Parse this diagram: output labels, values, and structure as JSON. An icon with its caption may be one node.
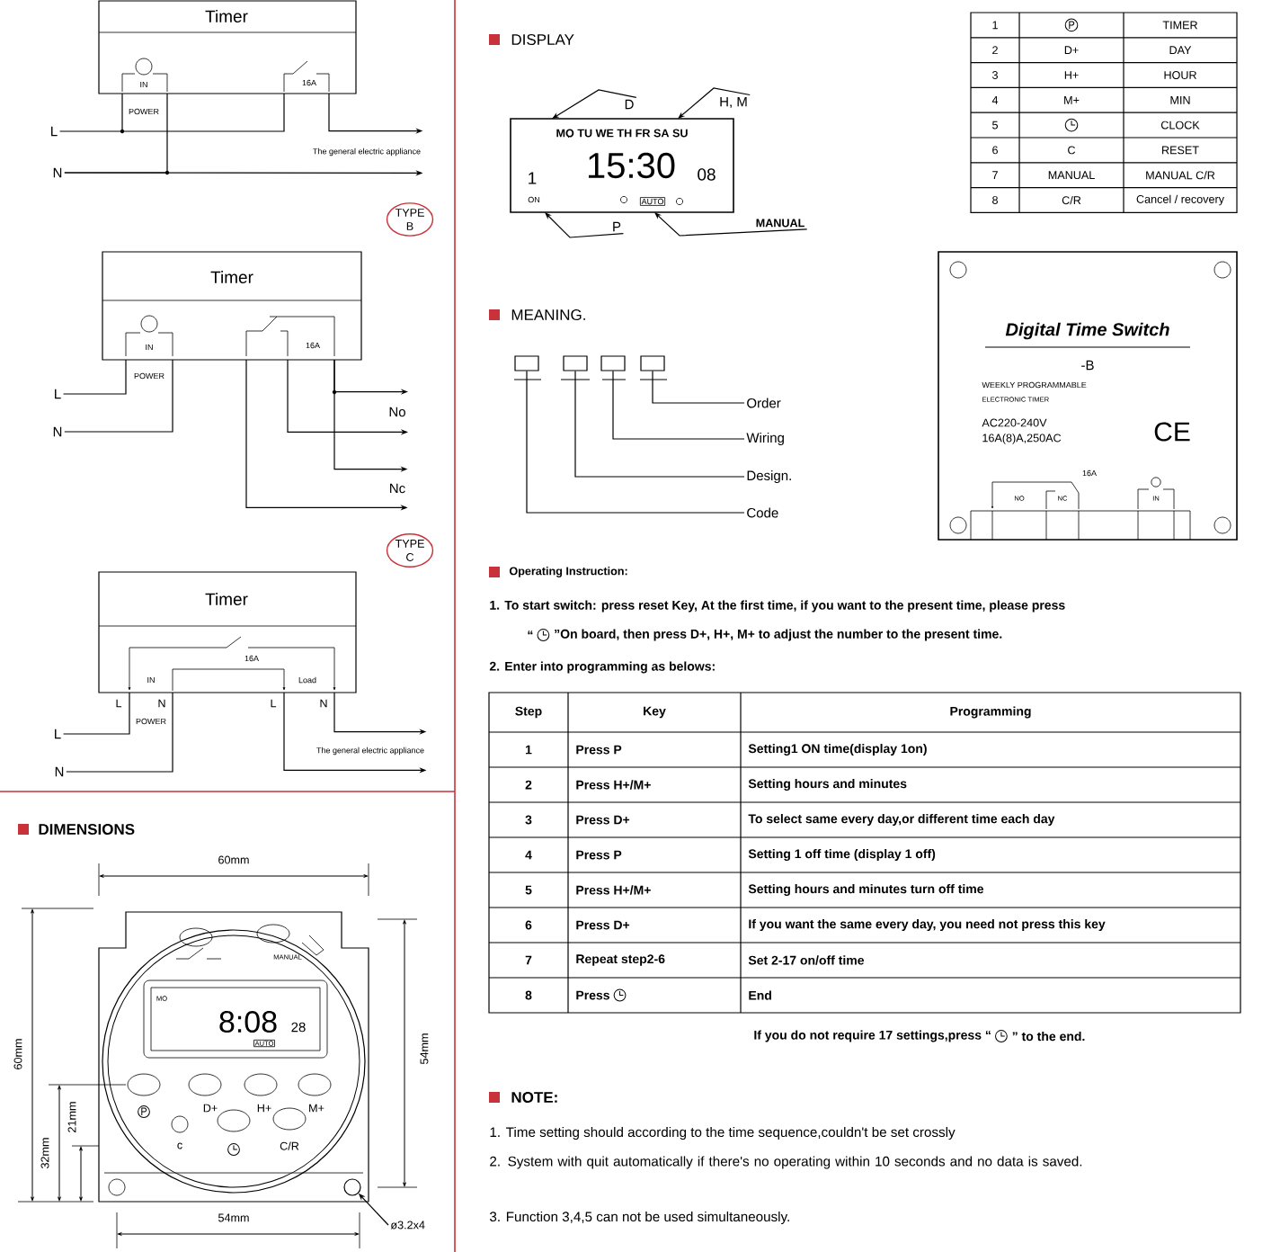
{
  "diagram": {
    "nodes": [
      {
        "text": [
          "Timer",
          "IN",
          "16A"
        ]
      },
      {
        "text": [
          "L"
        ]
      },
      {
        "text": [
          "N"
        ]
      },
      {
        "text": [
          "The general electric appliance"
        ]
      },
      {
        "text": [
          "TYPE B"
        ]
      },
      {
        "text": [
          "Timer",
          "IN",
          "16A"
        ]
      },
      {
        "text": [
          "L"
        ]
      },
      {
        "text": [
          "N"
        ]
      },
      {
        "text": [
          "No"
        ]
      },
      {
        "text": [
          "Nc"
        ]
      },
      {
        "text": [
          "TYPE C"
        ]
      },
      {
        "text": [
          "Timer",
          "16A",
          "IN",
          "Load"
        ]
      },
      {
        "text": [
          "L"
        ]
      },
      {
        "text": [
          "N"
        ]
      },
      {
        "text": [
          "The general electric appliance"
        ]
      },
      {
        "text": [
          "MO TU WE TH FR SA SU",
          "1",
          "15:30",
          "08",
          "ON",
          "AUTO"
        ]
      },
      {
        "text": [
          "D"
        ]
      },
      {
        "text": [
          "H, M"
        ]
      },
      {
        "text": [
          "P"
        ]
      },
      {
        "text": [
          "MANUAL"
        ]
      },
      {
        "text": [],
        "shape": "box"
      },
      {
        "text": [],
        "shape": "box"
      },
      {
        "text": [],
        "shape": "box"
      },
      {
        "text": [],
        "shape": "box"
      },
      {
        "text": [
          "Order"
        ]
      },
      {
        "text": [
          "Wiring"
        ]
      },
      {
        "text": [
          "Design."
        ]
      },
      {
        "text": [
          "Code"
        ]
      },
      {
        "text": [
          "ø3.2x4"
        ]
      },
      {
        "text": [],
        "shape": "circle"
      }
    ],
    "edges": [
      {
        "from": 1,
        "to": 0,
        "arrow": "none"
      },
      {
        "from": 2,
        "to": 0,
        "arrow": "none"
      },
      {
        "from": 0,
        "to": 3,
        "arrow": "to"
      },
      {
        "from": 2,
        "to": 3,
        "arrow": "to"
      },
      {
        "from": 6,
        "to": 5,
        "arrow": "none"
      },
      {
        "from": 7,
        "to": 5,
        "arrow": "none"
      },
      {
        "from": 5,
        "to": 8,
        "arrow": "to"
      },
      {
        "from": 5,
        "to": 9,
        "arrow": "to"
      },
      {
        "from": 5,
        "to": 8,
        "arrow": "to"
      },
      {
        "from": 5,
        "to": 9,
        "arrow": "to"
      },
      {
        "from": 12,
        "to": 11,
        "arrow": "none"
      },
      {
        "from": 13,
        "to": 11,
        "arrow": "none"
      },
      {
        "from": 11,
        "to": 14,
        "arrow": "to"
      },
      {
        "from": 11,
        "to": 14,
        "arrow": "to"
      },
      {
        "from": 16,
        "to": 15,
        "arrow": "to"
      },
      {
        "from": 17,
        "to": 15,
        "arrow": "to"
      },
      {
        "from": 18,
        "to": 15,
        "arrow": "to"
      },
      {
        "from": 19,
        "to": 15,
        "arrow": "to"
      },
      {
        "from": 23,
        "to": 24,
        "arrow": "none"
      },
      {
        "from": 22,
        "to": 25,
        "arrow": "none"
      },
      {
        "from": 21,
        "to": 26,
        "arrow": "none"
      },
      {
        "from": 20,
        "to": 27,
        "arrow": "none"
      },
      {
        "from": 28,
        "to": 29,
        "arrow": "to"
      }
    ],
    "labels": [
      "POWER",
      "POWER",
      "L",
      "N",
      "L",
      "N",
      "POWER",
      "DIMENSIONS",
      "60mm",
      "60mm",
      "MANUAL",
      "MO",
      "8:08",
      "28",
      "AUTO",
      "54mm",
      "D+",
      "H+",
      "M+",
      "32mm",
      "21mm",
      "c",
      "C/R",
      "54mm",
      "DISPLAY",
      "MEANING.",
      "1",
      "TIMER",
      "2",
      "D+",
      "DAY",
      "3",
      "H+",
      "HOUR",
      "4",
      "M+",
      "MIN",
      "5",
      "CLOCK",
      "6",
      "C",
      "RESET",
      "7",
      "MANUAL",
      "MANUAL C/R",
      "8",
      "C/R",
      "Cancel / recovery",
      "Digital Time Switch",
      "-B",
      "WEEKLY PROGRAMMABLE",
      "ELECTRONIC TIMER",
      "AC220-240V",
      "16A(8)A,250AC",
      "CE",
      "16A",
      "NO",
      "NC",
      "IN",
      "Operating Instruction:",
      "1. To start switch: press reset Key, At the first time, if you want to the present time, please press",
      "“",
      "”On board, then press D+, H+, M+ to adjust the number to the present time.",
      "2. Enter into programming as belows:",
      "Step",
      "Key",
      "Programming",
      "1",
      "Press P",
      "Setting1 ON time(display 1on)",
      "2",
      "Press H+/M+",
      "Setting hours and minutes",
      "3",
      "Press D+",
      "To select same every day,or different time each day",
      "4",
      "Press P",
      "Setting 1 off time (display 1 off)",
      "5",
      "Press H+/M+",
      "Setting hours and minutes turn off time",
      "6",
      "Press D+",
      "If you want the same every day, you need not press this key",
      "7",
      "Repeat step2-6",
      "Set 2-17 on/off time",
      "8",
      "Press",
      "End",
      "If you do not require 17 settings,press “",
      "” to the end.",
      "NOTE:",
      "1. Time setting should according to the time sequence,couldn't be set crossly",
      "2. System with quit automatically if there's no operating within 10 seconds and no data is saved.",
      "3. Function 3,4,5 can not be used simultaneously."
    ]
  }
}
